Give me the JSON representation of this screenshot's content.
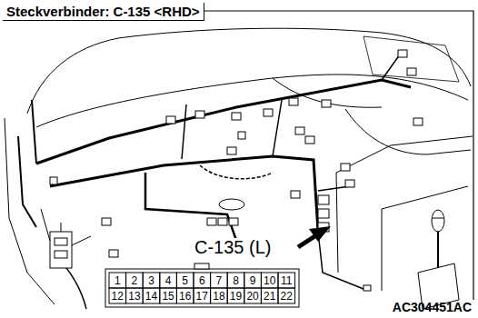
{
  "diagram": {
    "title": "Steckverbinder: C-135 <RHD>",
    "labels": [
      "C-135 (L)",
      "1",
      "2",
      "3",
      "4",
      "5",
      "6",
      "7",
      "8",
      "9",
      "10",
      "11",
      "12",
      "13",
      "14",
      "15",
      "16",
      "17",
      "18",
      "19",
      "20",
      "21",
      "22",
      "AC304451AC"
    ]
  }
}
